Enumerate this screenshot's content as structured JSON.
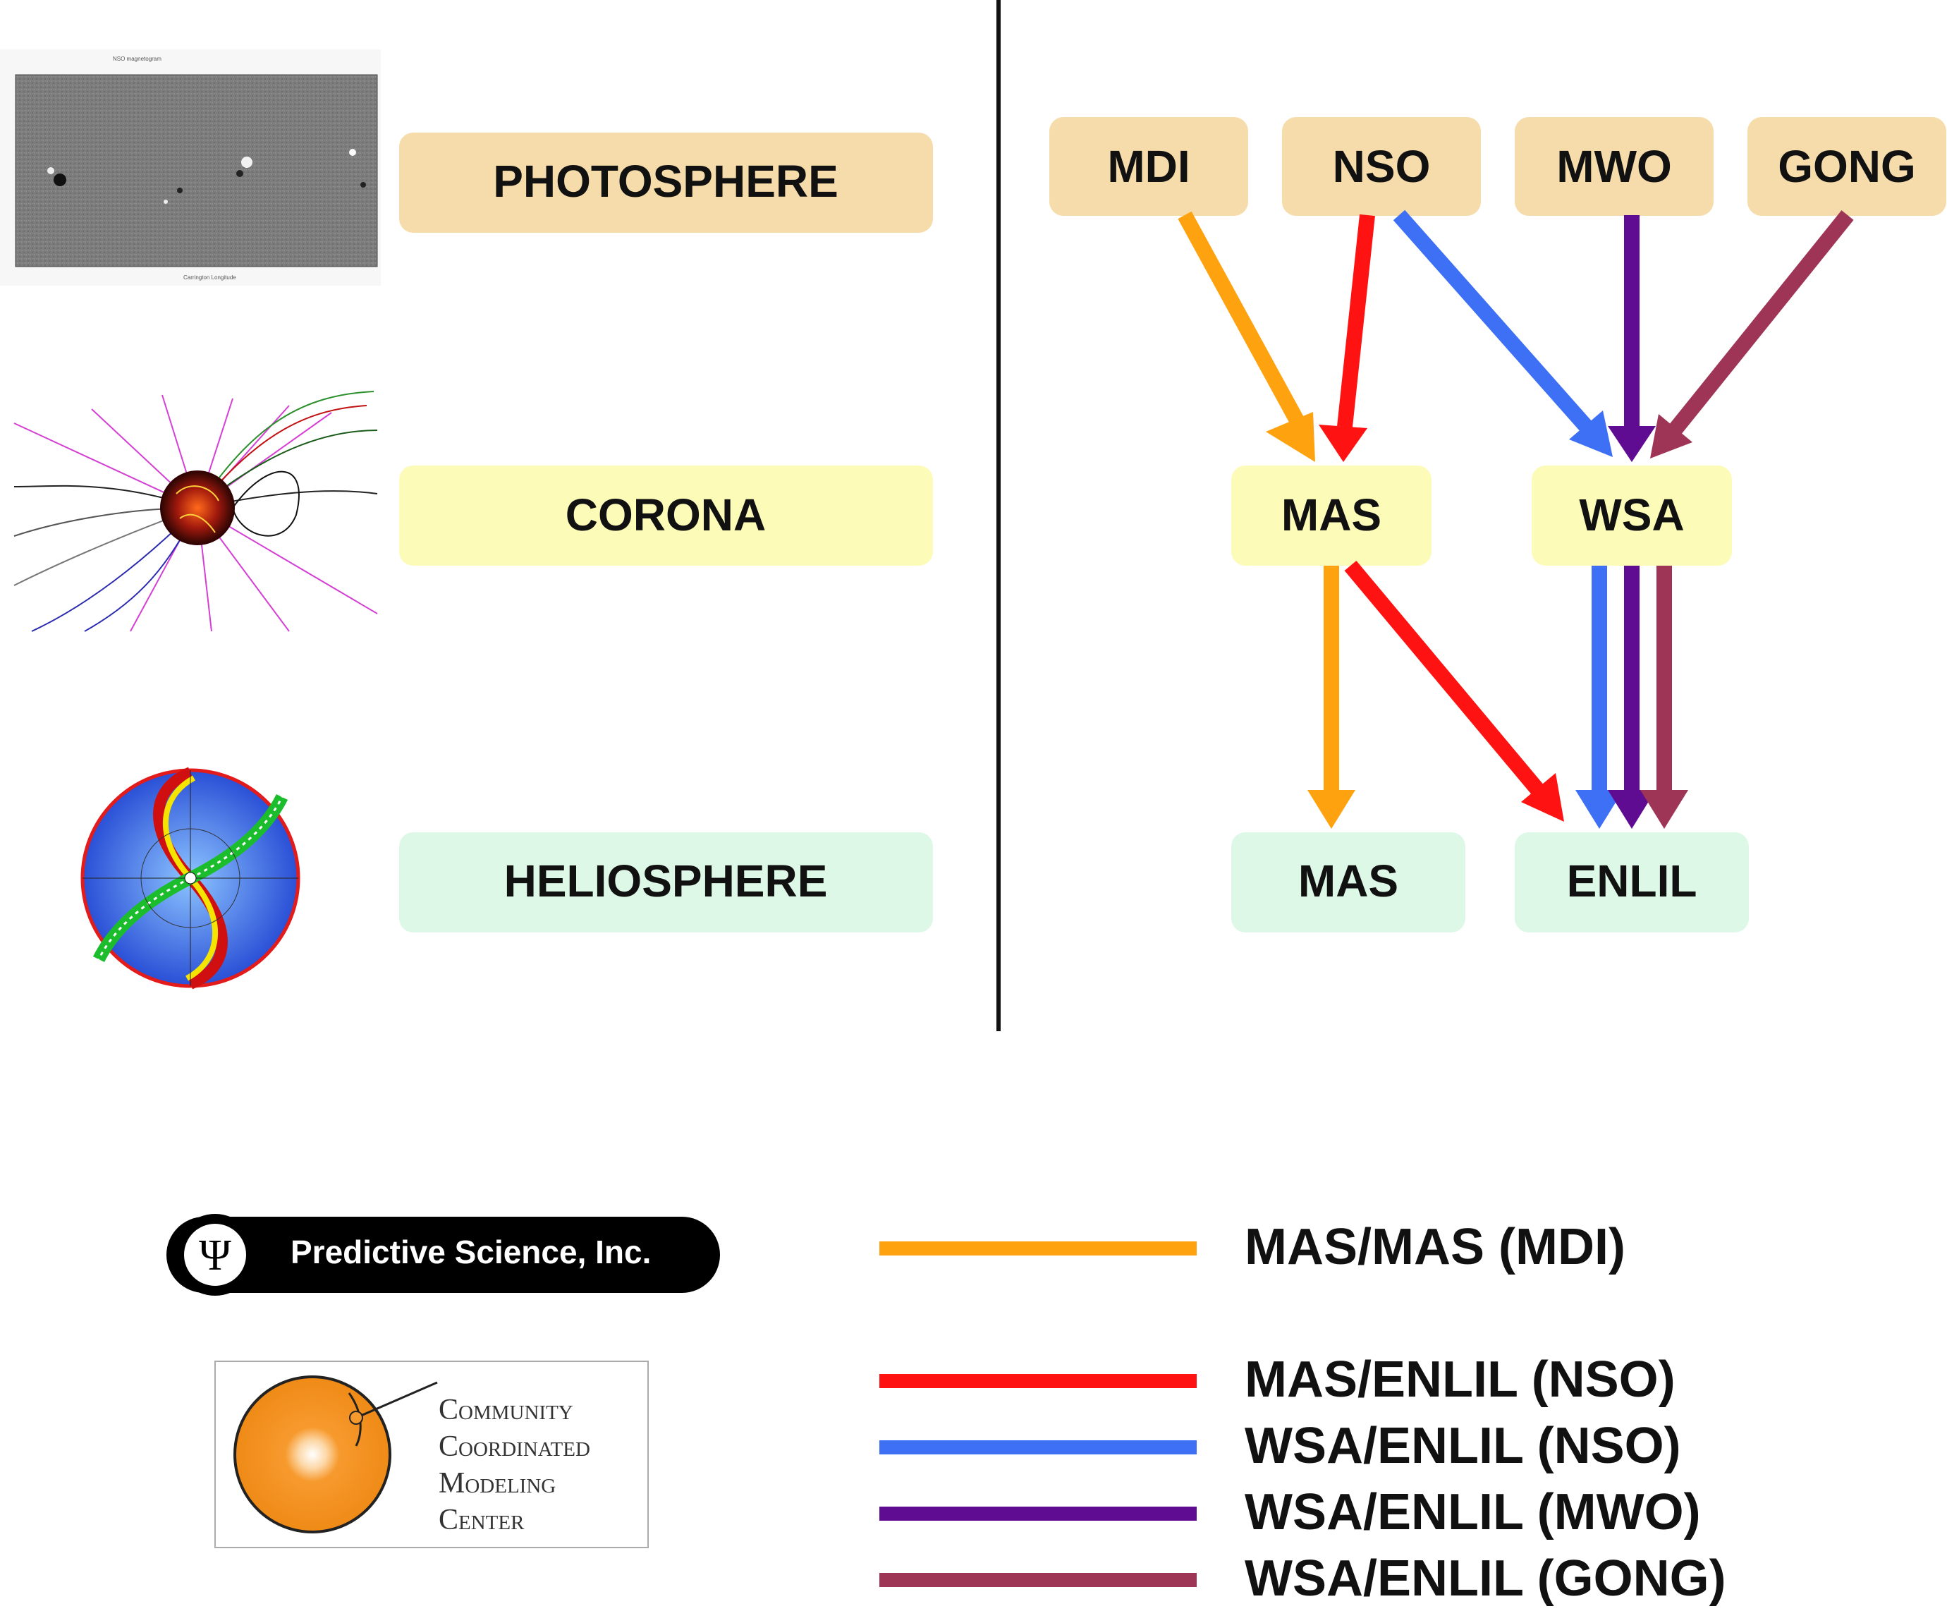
{
  "layers": [
    {
      "label": "PHOTOSPHERE",
      "color": "#f6dcaa"
    },
    {
      "label": "CORONA",
      "color": "#fcfbb8"
    },
    {
      "label": "HELIOSPHERE",
      "color": "#ddf8e6"
    }
  ],
  "sources": [
    {
      "label": "MDI"
    },
    {
      "label": "NSO"
    },
    {
      "label": "MWO"
    },
    {
      "label": "GONG"
    }
  ],
  "corona_models": [
    {
      "label": "MAS"
    },
    {
      "label": "WSA"
    }
  ],
  "helio_models": [
    {
      "label": "MAS"
    },
    {
      "label": "ENLIL"
    }
  ],
  "colors": {
    "orange": "#ffa20f",
    "red": "#fe1212",
    "blue": "#3d70f5",
    "purple": "#600c92",
    "maroon": "#9e3557",
    "source_fill": "#f6dcaa",
    "corona_fill": "#fcfbb8",
    "helio_fill": "#ddf8e6"
  },
  "legend": [
    {
      "label": "MAS/MAS (MDI)",
      "color": "#ffa20f"
    },
    {
      "label": "MAS/ENLIL (NSO)",
      "color": "#fe1212"
    },
    {
      "label": "WSA/ENLIL (NSO)",
      "color": "#3d70f5"
    },
    {
      "label": "WSA/ENLIL (MWO)",
      "color": "#600c92"
    },
    {
      "label": "WSA/ENLIL (GONG)",
      "color": "#9e3557"
    }
  ],
  "logos": {
    "psi": "Predictive Science, Inc.",
    "ccmc_line1": "Community",
    "ccmc_line2": "Coordinated",
    "ccmc_line3": "Modeling",
    "ccmc_line4": "Center"
  },
  "icons": [
    "photosphere-magnetogram-image",
    "corona-field-lines-image",
    "heliosphere-solar-wind-image",
    "psi-logo",
    "ccmc-logo"
  ]
}
